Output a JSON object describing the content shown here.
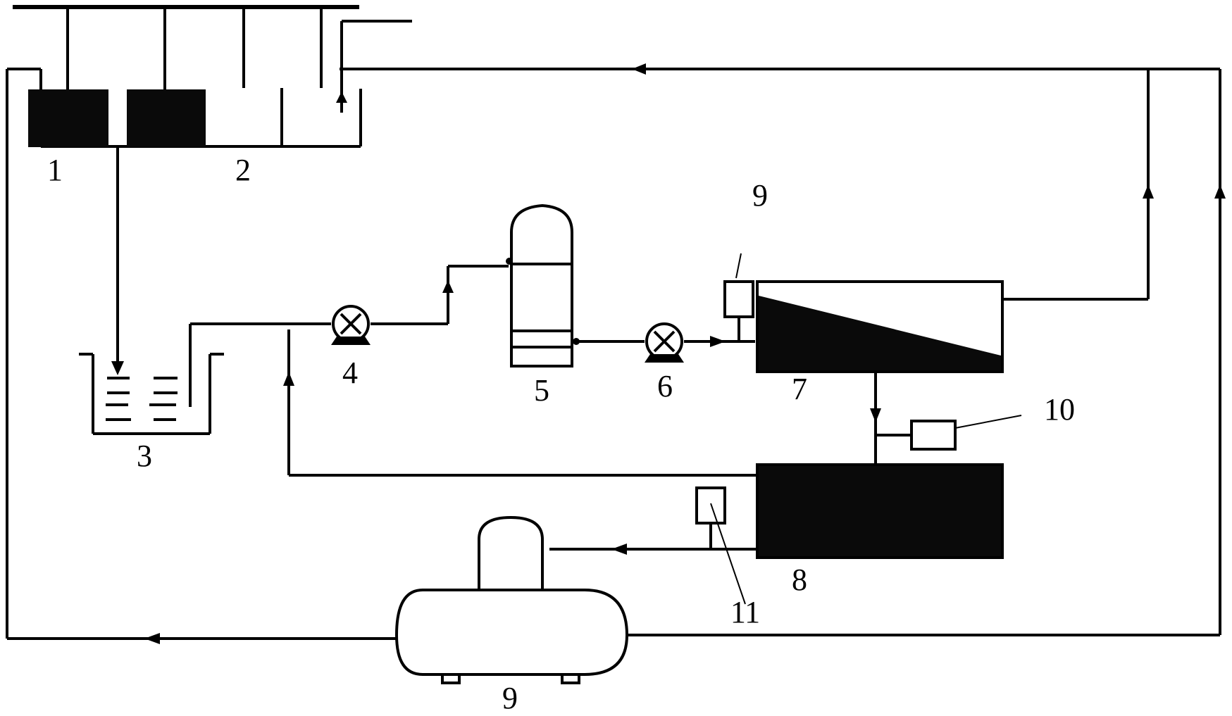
{
  "labels": {
    "l1": "1",
    "l2": "2",
    "l3": "3",
    "l4": "4",
    "l5": "5",
    "l6": "6",
    "l7": "7",
    "l8": "8",
    "l9_top": "9",
    "l9_bottom": "9",
    "l10": "10",
    "l11": "11"
  },
  "colors": {
    "ink": "#000000",
    "fill": "#0a0a0a",
    "background": "#ffffff"
  }
}
